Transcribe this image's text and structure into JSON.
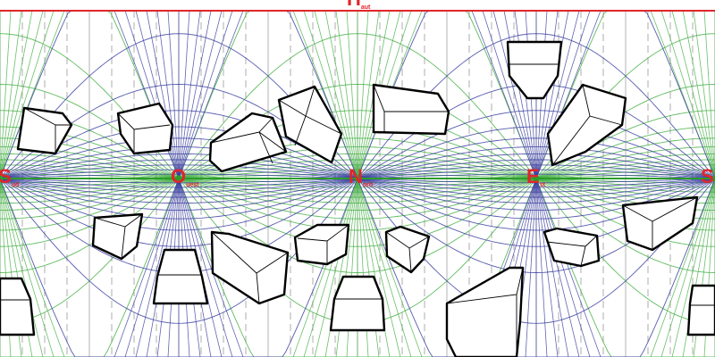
{
  "colors": {
    "background": "#ffffff",
    "horizon_line": "#2a9d2a",
    "top_line": "#e0262b",
    "label": "#e0262b",
    "curves_blue": "#3a3fa0",
    "curves_green": "#45b045",
    "grid_dash": "#444444",
    "box_stroke": "#000000"
  },
  "labels": {
    "top": {
      "letter": "H",
      "sub": "aut"
    },
    "points": [
      {
        "letter": "S",
        "sub": "ud"
      },
      {
        "letter": "O",
        "sub": "uest"
      },
      {
        "letter": "N",
        "sub": "ord"
      },
      {
        "letter": "E",
        "sub": "st"
      },
      {
        "letter": "S",
        "sub": ""
      }
    ]
  },
  "icons": [
    "vanishing-point-marker"
  ]
}
